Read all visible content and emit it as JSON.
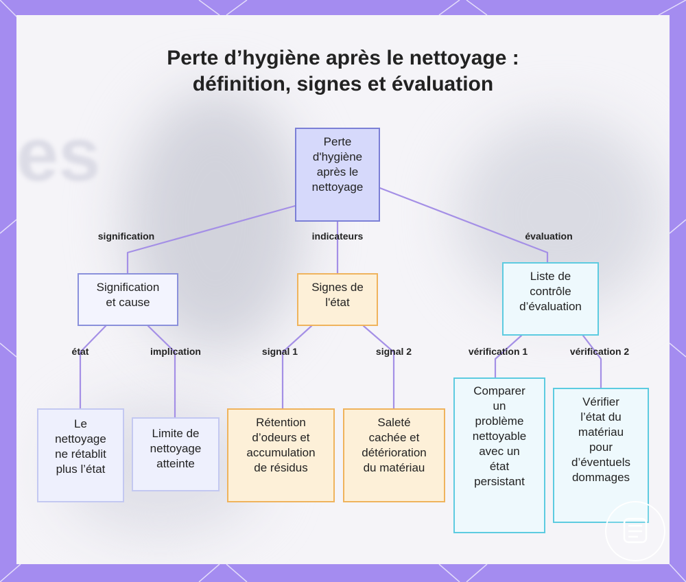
{
  "title": {
    "line1": "Perte d’hygiène après le nettoyage :",
    "line2": "définition, signes et évaluation"
  },
  "background_text": "es",
  "nodes": {
    "root": "Perte\nd'hygiène\naprès le\nnettoyage",
    "signification": "Signification\net cause",
    "signes": "Signes de\nl'état",
    "liste": "Liste de\ncontrôle\nd’évaluation",
    "le_nettoyage": "Le\nnettoyage\nne rétablit\nplus l’état",
    "limite": "Limite de\nnettoyage\natteinte",
    "retention": "Rétention\nd’odeurs et\naccumulation\nde résidus",
    "salete": "Saleté\ncachée et\ndétérioration\ndu matériau",
    "comparer": "Comparer\nun\nproblème\nnettoyable\navec un\nétat\npersistant",
    "verifier": "Vérifier\nl’état du\nmatériau\npour\nd’éventuels\ndommages"
  },
  "edge_labels": {
    "signification": "signification",
    "indicateurs": "indicateurs",
    "evaluation": "évaluation",
    "etat": "état",
    "implication": "implication",
    "signal1": "signal 1",
    "signal2": "signal 2",
    "verification1": "vérification 1",
    "verification2": "vérification 2"
  },
  "colors": {
    "frame": "#a48cf0",
    "connector": "#a48fe6",
    "root_fill": "#d6d9fb",
    "orange_border": "#efb35c",
    "cyan_border": "#5ccbe0"
  }
}
